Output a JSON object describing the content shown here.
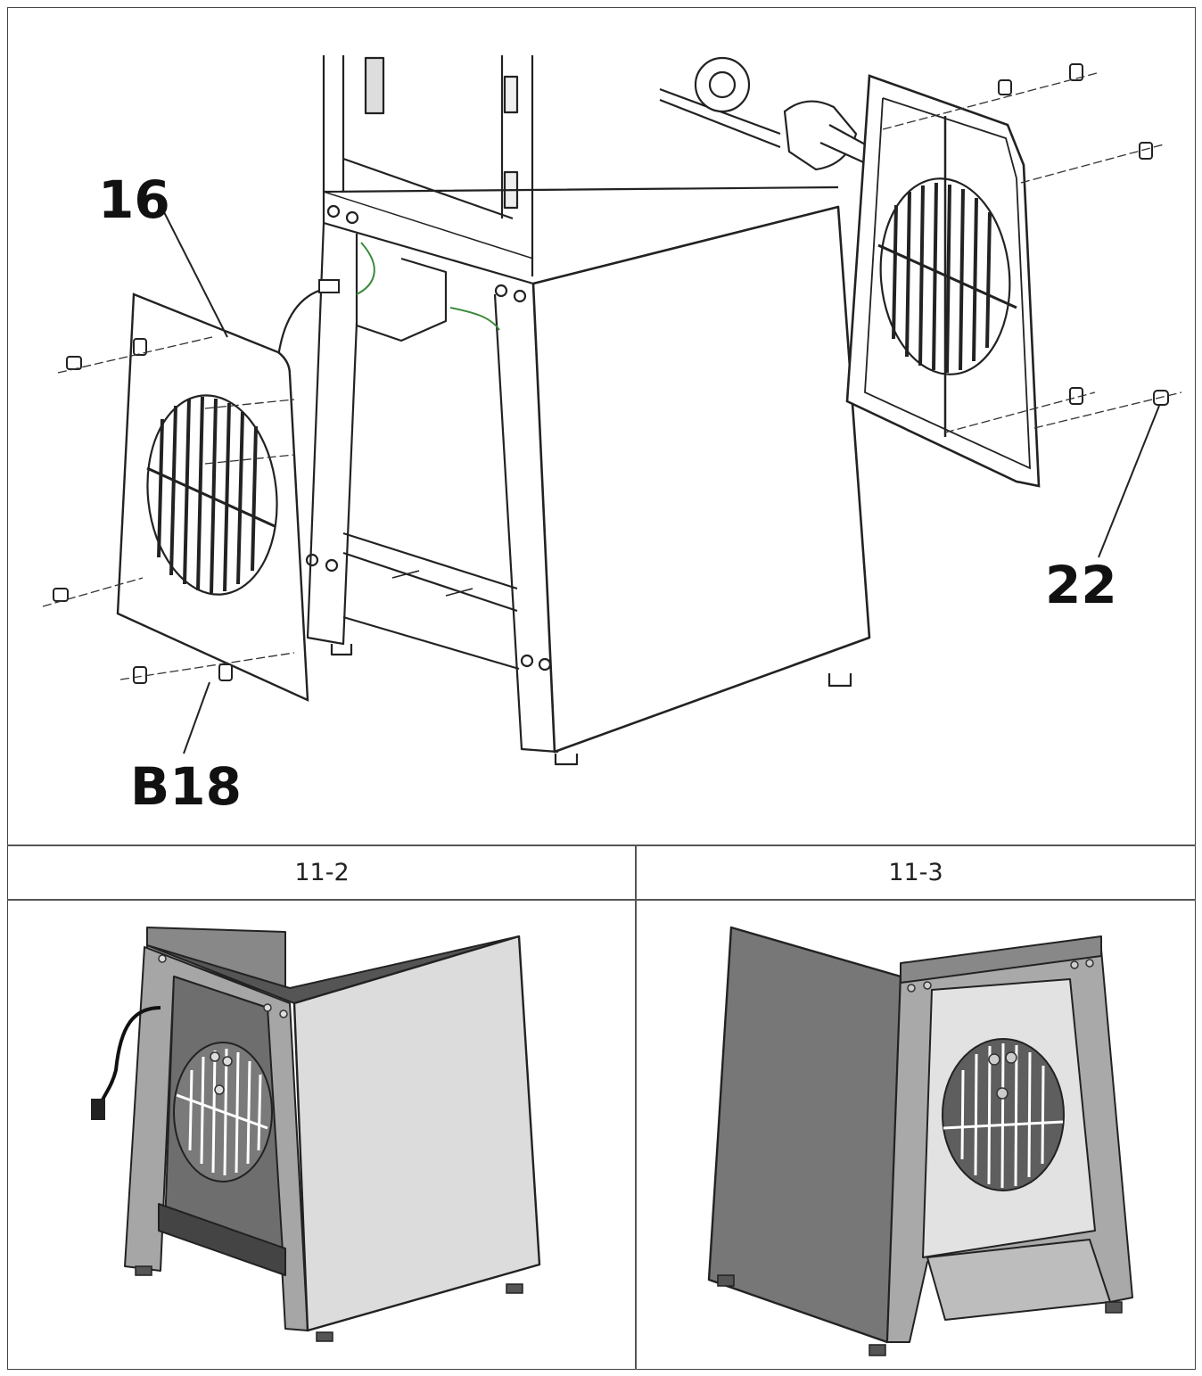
{
  "callouts": {
    "cover_left": "16",
    "fastener_bottom": "B18",
    "fastener_right": "22"
  },
  "captions": {
    "left": "11-2",
    "right": "11-3"
  }
}
